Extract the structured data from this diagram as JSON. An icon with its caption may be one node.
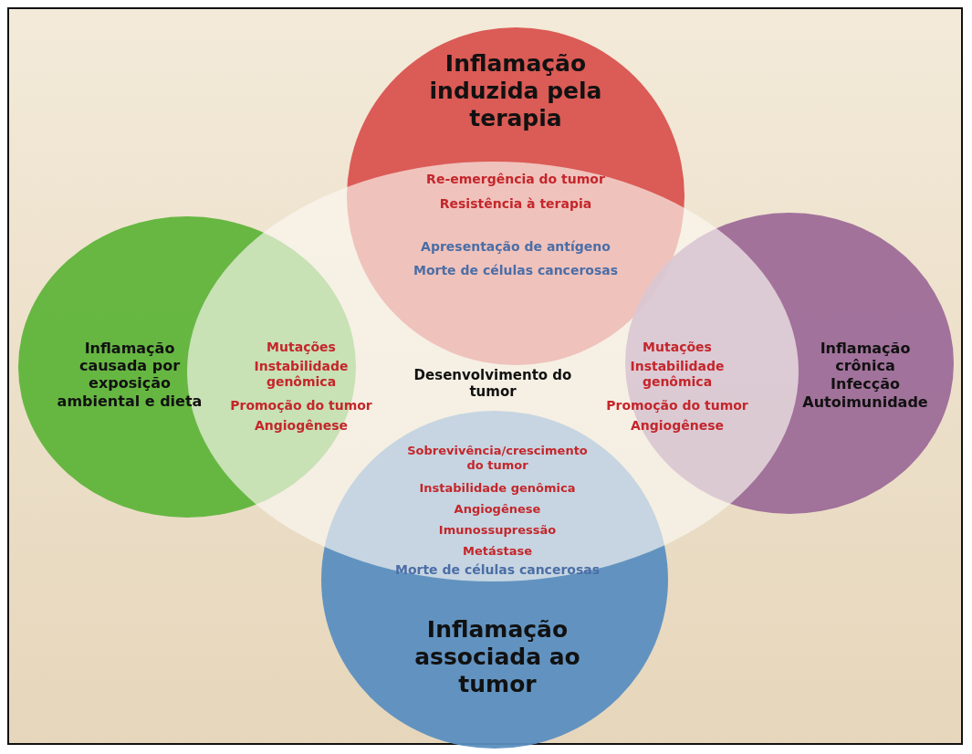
{
  "diagram": {
    "nodes": [
      {
        "text": [
          "Desenvolvimento do tumor"
        ]
      },
      {
        "text": [
          "Inflamação induzida pela terapia",
          "Re-emergência do tumor",
          "Resistência à terapia",
          "Apresentação de antígeno",
          "Morte de células cancerosas"
        ]
      },
      {
        "text": [
          "Inflamação causada por exposição ambiental e dieta",
          "Mutações",
          "Instabilidade genômica",
          "Promoção do tumor",
          "Angiogênese"
        ]
      },
      {
        "text": [
          "Inflamação crônica",
          "Infecção",
          "Autoimunidade",
          "Mutações",
          "Instabilidade genômica",
          "Promoção do tumor",
          "Angiogênese"
        ]
      },
      {
        "text": [
          "Sobrevivência/crescimento do tumor",
          "Instabilidade genômica",
          "Angiogênese",
          "Imunossupressão",
          "Metástase",
          "Morte de células cancerosas",
          "Inflamação associada ao tumor"
        ]
      }
    ]
  }
}
